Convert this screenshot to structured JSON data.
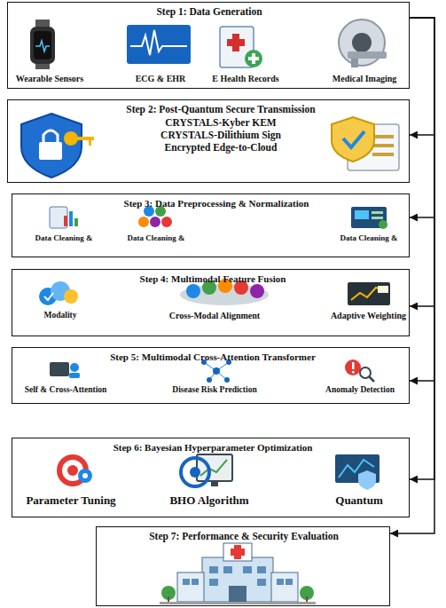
{
  "diagram": {
    "nodes": [
      {
        "text": [
          "Step 1: Data Generation",
          "Wearable Sensors",
          "ECG & EHR",
          "E Health Records",
          "Medical Imaging"
        ]
      },
      {
        "text": [
          "Step 2: Post-Quantum Secure Transmission",
          "CRYSTALS-Kyber KEM",
          "CRYSTALS-Dilithium Sign",
          "Encrypted Edge-to-Cloud"
        ]
      },
      {
        "text": [
          "Step 3: Data Preprocessing & Normalization",
          "Data Cleaning &",
          "Data Cleaning &",
          "Data Cleaning &"
        ]
      },
      {
        "text": [
          "Step 4: Multimodal Feature Fusion",
          "Modality",
          "Cross-Modal Alignment",
          "Adaptive Weighting"
        ]
      },
      {
        "text": [
          "Step 5: Multimodal Cross-Attention Transformer",
          "Self & Cross-Attention",
          "Disease Risk Prediction",
          "Anomaly Detection"
        ]
      },
      {
        "text": [
          "Step 6: Bayesian Hyperparameter Optimization",
          "Parameter Tuning",
          "BHO Algorithm",
          "Quantum"
        ]
      },
      {
        "text": [
          "Step 7: Performance & Security Evaluation"
        ]
      }
    ],
    "edges": [
      {
        "from": 0,
        "to": 1,
        "arrow": "to"
      },
      {
        "from": 0,
        "to": 2,
        "arrow": "to"
      },
      {
        "from": 0,
        "to": 3,
        "arrow": "to"
      },
      {
        "from": 0,
        "to": 4,
        "arrow": "to"
      },
      {
        "from": 0,
        "to": 5,
        "arrow": "to"
      },
      {
        "from": 0,
        "to": 6,
        "arrow": "to"
      }
    ]
  }
}
